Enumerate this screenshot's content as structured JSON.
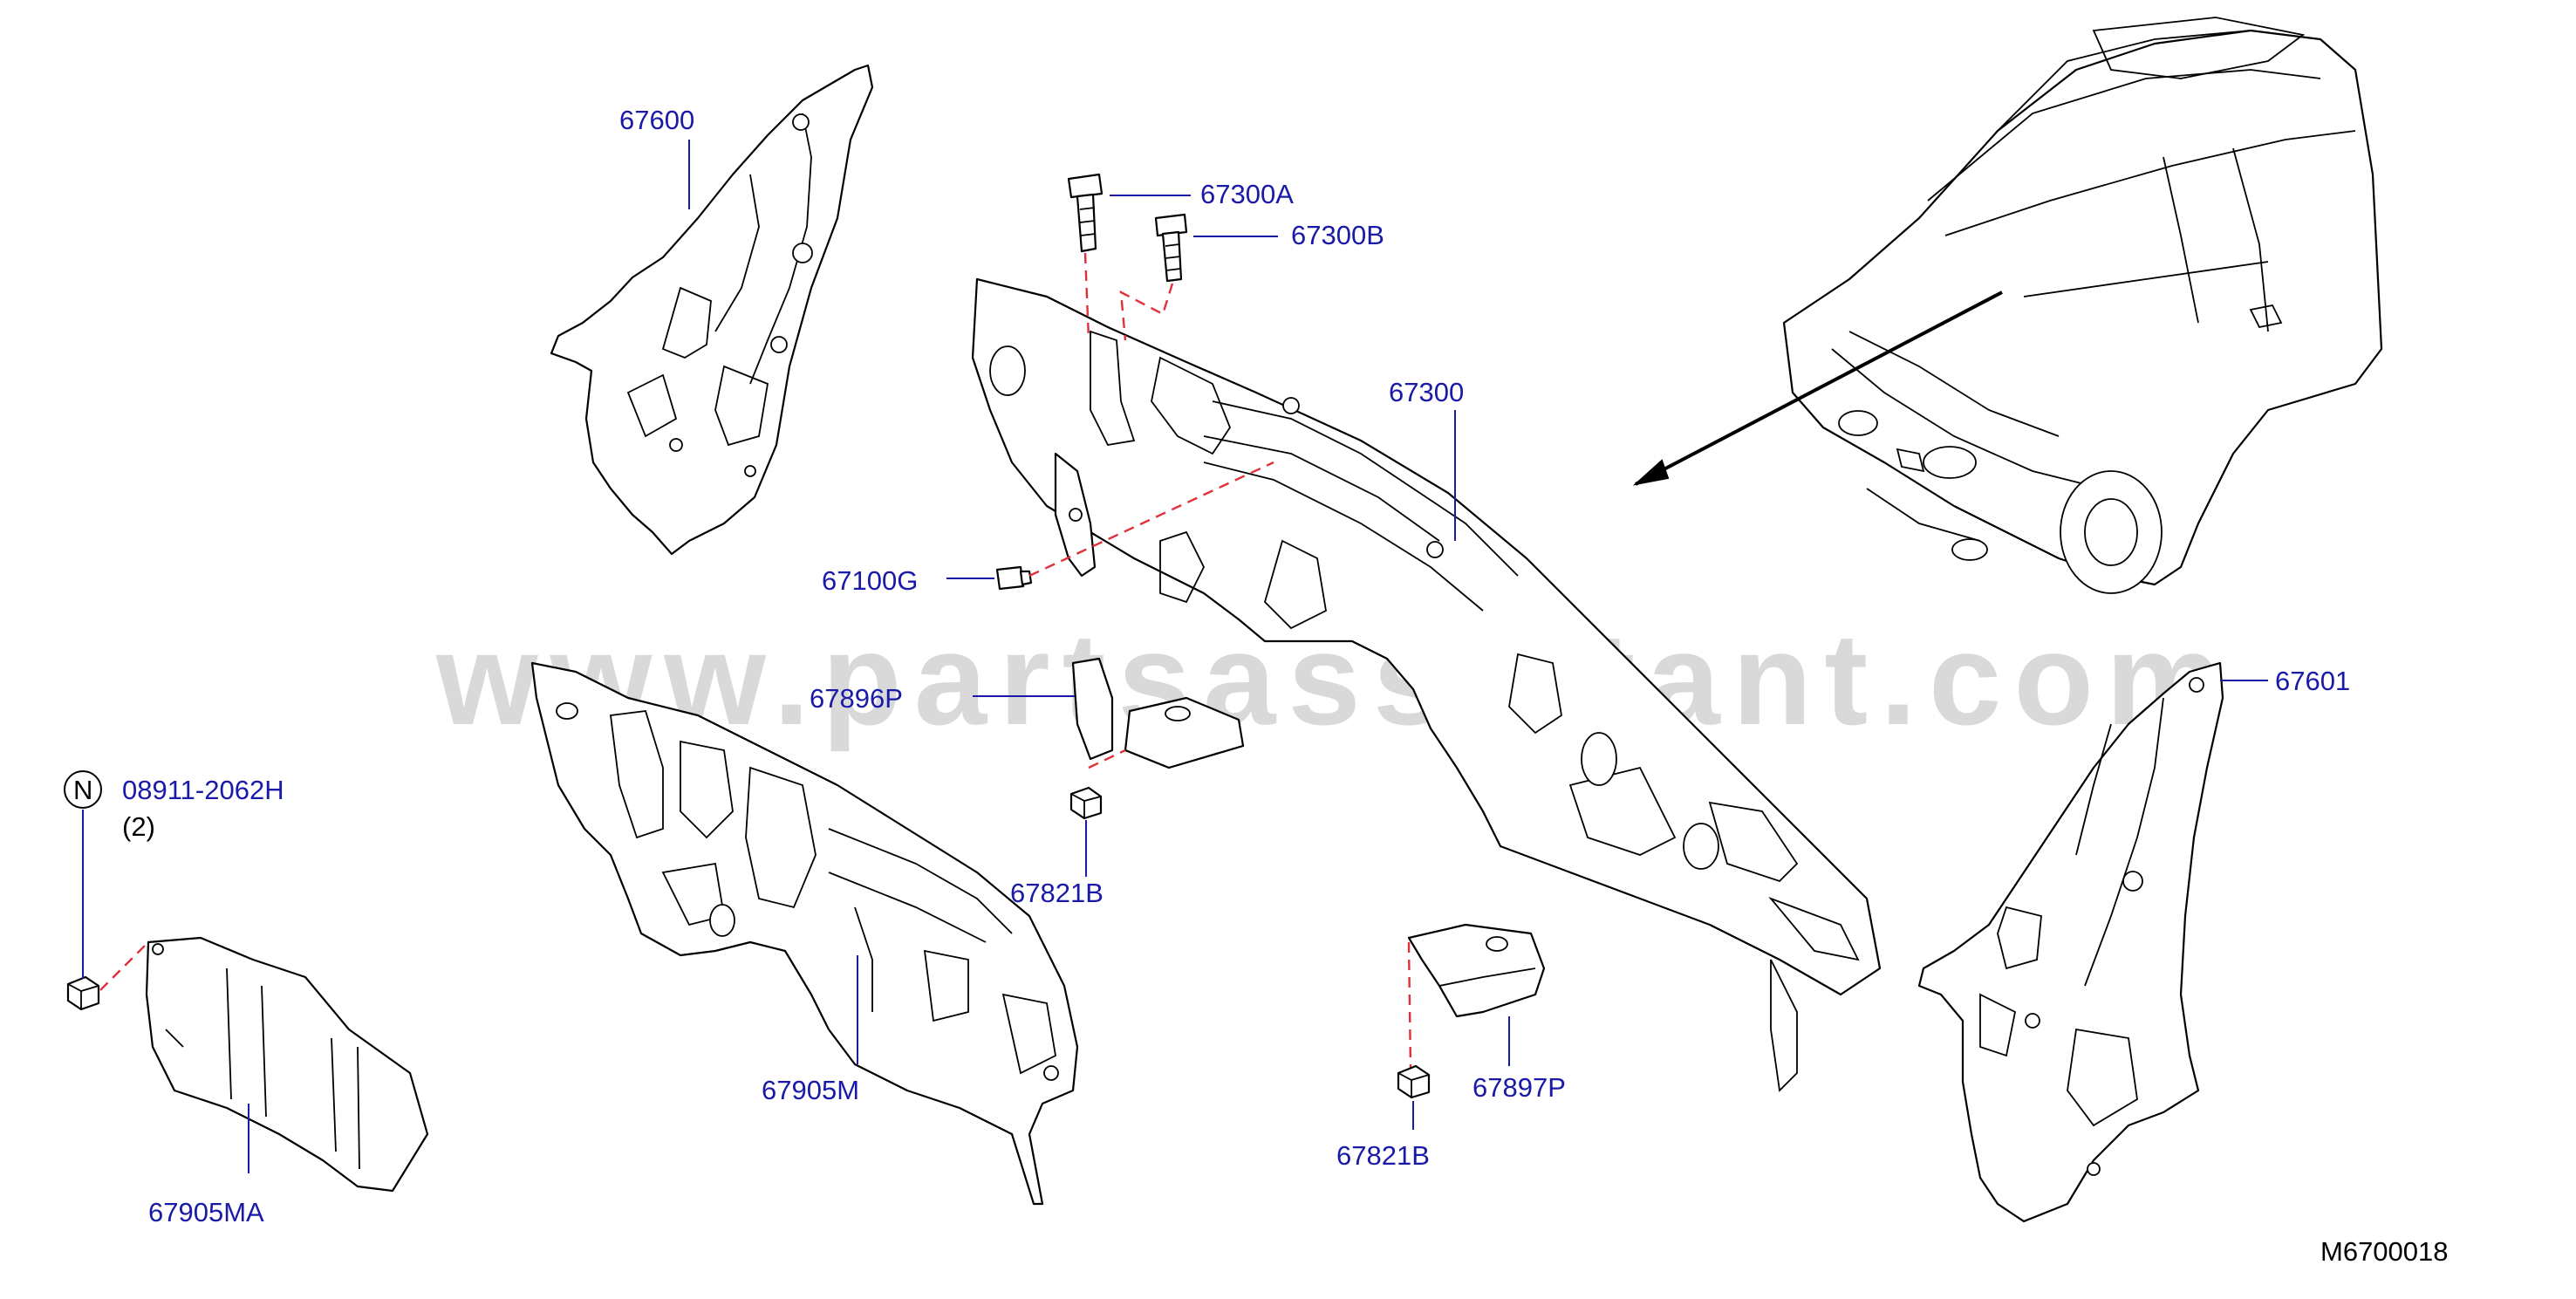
{
  "watermark": "www.partsassistant.com",
  "diagram_code": "M6700018",
  "note_symbol": "N",
  "parts": [
    {
      "id": "67600",
      "label": "67600"
    },
    {
      "id": "67300A",
      "label": "67300A"
    },
    {
      "id": "67300B",
      "label": "67300B"
    },
    {
      "id": "67300",
      "label": "67300"
    },
    {
      "id": "67100G",
      "label": "67100G"
    },
    {
      "id": "67896P",
      "label": "67896P"
    },
    {
      "id": "67601",
      "label": "67601"
    },
    {
      "id": "08911-2062H",
      "label": "08911-2062H",
      "qty": "(2)"
    },
    {
      "id": "67821B-upper",
      "label": "67821B"
    },
    {
      "id": "67905M",
      "label": "67905M"
    },
    {
      "id": "67897P",
      "label": "67897P"
    },
    {
      "id": "67821B-lower",
      "label": "67821B"
    },
    {
      "id": "67905MA",
      "label": "67905MA"
    }
  ],
  "colors": {
    "label": "#1a1aa8",
    "dash": "#e0303a",
    "watermark": "#d9d9d9",
    "line": "#000000"
  }
}
